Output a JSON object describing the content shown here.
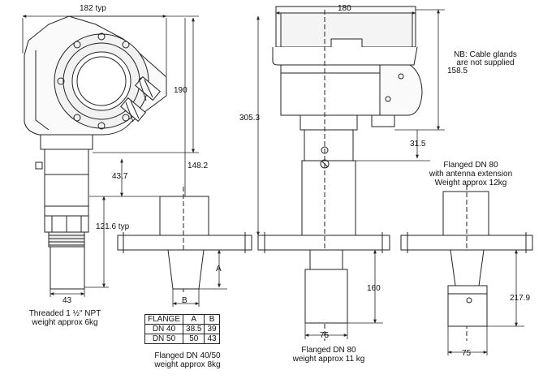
{
  "dimensions": {
    "left_width": "182 typ",
    "left_height": "190",
    "center_height": "148.2",
    "center_width": "180",
    "total_height": "305.3",
    "right_top_height": "158.5",
    "neck_height": "31.5",
    "lower_offset": "43.7",
    "thread_length": "121.6 typ",
    "thread_width": "43",
    "dim_a": "A",
    "dim_b": "B",
    "antenna_height_80": "160",
    "antenna_width_80": "75",
    "antenna_height_ext": "217.9",
    "antenna_width_ext": "75"
  },
  "notes": {
    "cable_glands_line1": "NB: Cable glands",
    "cable_glands_line2": "are not supplied"
  },
  "captions": {
    "threaded_line1": "Threaded 1 ½\" NPT",
    "threaded_line2": "weight approx 6kg",
    "flanged4050_line1": "Flanged DN 40/50",
    "flanged4050_line2": "weight approx 8kg",
    "flanged80_line1": "Flanged DN 80",
    "flanged80_line2": "weight approx 11 kg",
    "ext_line1": "Flanged DN 80",
    "ext_line2": "with antenna extension",
    "ext_line3": "Weight approx 12kg"
  },
  "flange_table": {
    "headers": [
      "FLANGE",
      "A",
      "B"
    ],
    "rows": [
      [
        "DN 40",
        "38.5",
        "39"
      ],
      [
        "DN 50",
        "50",
        "43"
      ]
    ]
  }
}
